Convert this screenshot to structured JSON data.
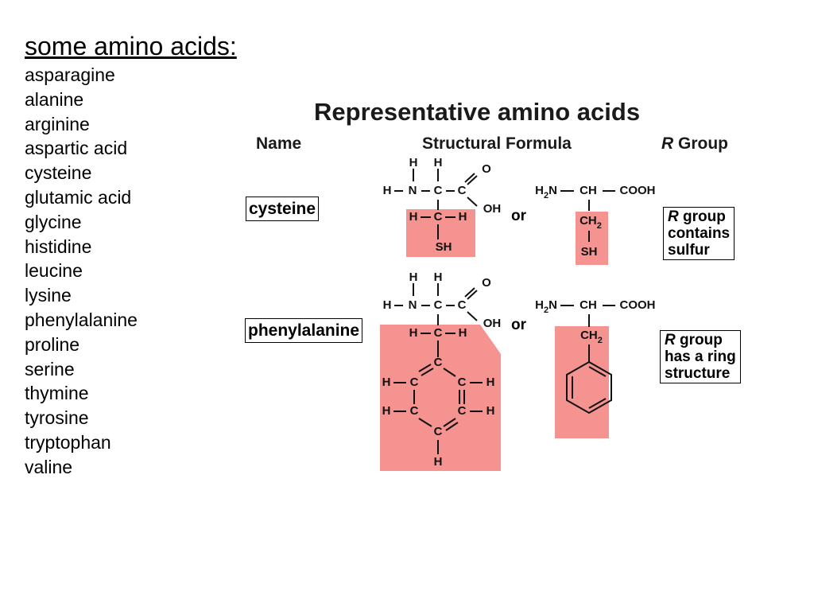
{
  "list": {
    "heading": "some amino acids:",
    "items": [
      "asparagine",
      "alanine",
      "arginine",
      "aspartic acid",
      "cysteine",
      "glutamic acid",
      "glycine",
      "histidine",
      "leucine",
      "lysine",
      "phenylalanine",
      "proline",
      "serine",
      "thymine",
      "tyrosine",
      "tryptophan",
      "valine"
    ]
  },
  "figure": {
    "title": "Representative amino acids",
    "headers": {
      "name": "Name",
      "formula": "Structural Formula",
      "r_italic": "R",
      "r_rest": " Group"
    },
    "or_label": "or",
    "highlight_color": "#f4938f",
    "rows": [
      {
        "name": "cysteine",
        "r_italic": "R",
        "r_lines": [
          " group",
          "contains",
          "sulfur"
        ],
        "atoms": {
          "h": "H",
          "n": "N",
          "c": "C",
          "o": "O",
          "oh": "OH",
          "sh": "SH",
          "h2n": "H2N",
          "ch": "CH",
          "cooh": "COOH",
          "ch2": "CH2"
        }
      },
      {
        "name": "phenylalanine",
        "r_italic": "R",
        "r_lines": [
          " group",
          "has a ring",
          "structure"
        ],
        "atoms": {
          "h": "H",
          "n": "N",
          "c": "C",
          "o": "O",
          "oh": "OH",
          "h2n": "H2N",
          "ch": "CH",
          "cooh": "COOH",
          "ch2": "CH2"
        }
      }
    ]
  }
}
